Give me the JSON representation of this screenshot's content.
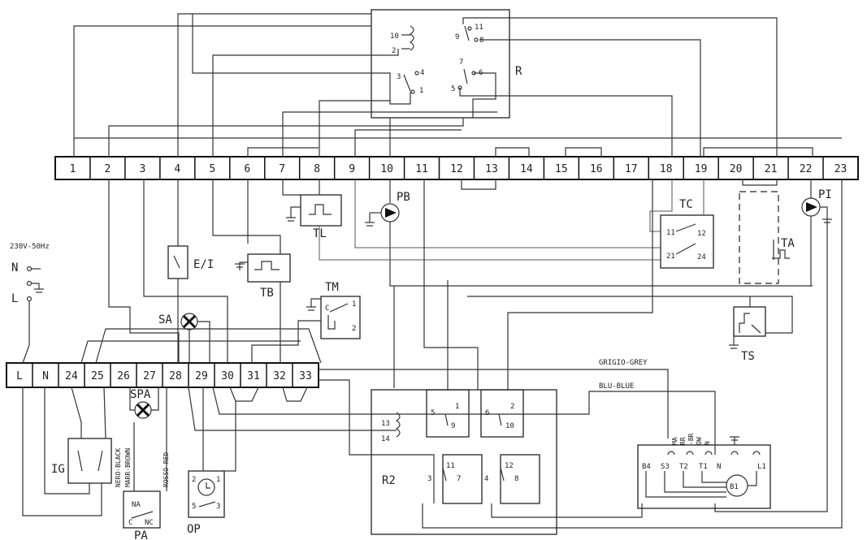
{
  "strip_top": [
    "1",
    "2",
    "3",
    "4",
    "5",
    "6",
    "7",
    "8",
    "9",
    "10",
    "11",
    "12",
    "13",
    "14",
    "15",
    "16",
    "17",
    "18",
    "19",
    "20",
    "21",
    "22",
    "23"
  ],
  "strip_bottom": [
    "L",
    "N",
    "24",
    "25",
    "26",
    "27",
    "28",
    "29",
    "30",
    "31",
    "32",
    "33"
  ],
  "components": {
    "r": "R",
    "pb": "PB",
    "pi": "PI",
    "tl": "TL",
    "tc": "TC",
    "ta": "TA",
    "ei": "E/I",
    "tb": "TB",
    "tm": "TM",
    "sa": "SA",
    "spa": "SPA",
    "ts": "TS",
    "ig": "IG",
    "r2": "R2",
    "op": "OP",
    "pa": "PA",
    "b1": "B1"
  },
  "supply": {
    "voltage": "230V-50Hz",
    "n": "N",
    "l": "L"
  },
  "wire_labels": {
    "grey": "GRIGIO-GREY",
    "blue": "BLU-BLUE",
    "black": "NERO-BLACK",
    "brown": "MARR-BROWN",
    "red": "ROSSO-RED"
  },
  "relay_r_pins": {
    "p10": "10",
    "p2": "2",
    "p3": "3",
    "p4": "4",
    "p1": "1",
    "p11": "11",
    "p9": "9",
    "p8": "8",
    "p7": "7",
    "p6": "6",
    "p5": "5"
  },
  "relay_r2_pins": {
    "p13": "13",
    "p14": "14",
    "p5": "5",
    "p1": "1",
    "p9": "9",
    "p6": "6",
    "p2": "2",
    "p10": "10",
    "p3": "3",
    "p11": "11",
    "p7": "7",
    "p4": "4",
    "p12": "12",
    "p8": "8"
  },
  "tc_pins": {
    "p11": "11",
    "p12": "12",
    "p21": "21",
    "p24": "24"
  },
  "tm_pins": {
    "c": "C",
    "p1": "1",
    "p2": "2"
  },
  "pa_pins": {
    "na": "NA",
    "c": "C",
    "nc": "NC"
  },
  "op_pins": {
    "p2": "2",
    "p1": "1",
    "p5": "5",
    "p3": "3"
  },
  "motor_pins": {
    "b4": "B4",
    "s3": "S3",
    "t2": "T2",
    "t1": "T1",
    "n": "N",
    "l1": "L1"
  },
  "motor_wire_labels": {
    "ma": "MA",
    "rr": "RR",
    "br": "-BR",
    "ow": "OW",
    "n": "N"
  }
}
